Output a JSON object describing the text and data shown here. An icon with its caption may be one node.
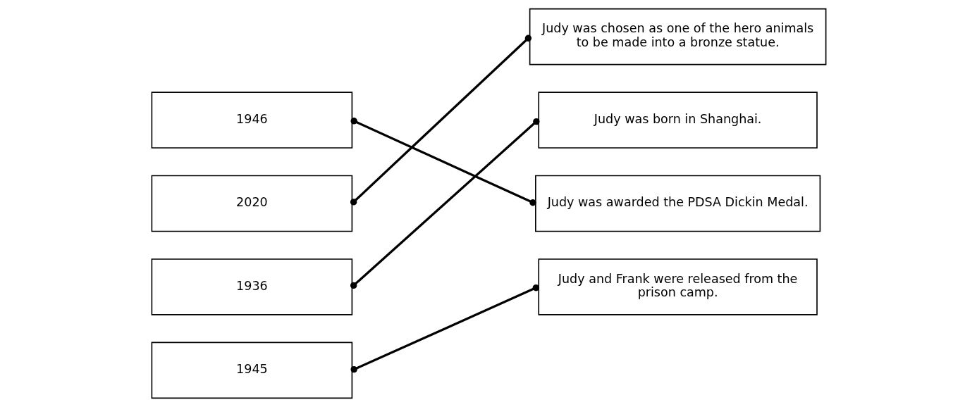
{
  "diagram": {
    "nodes": [
      {
        "text": [
          "1946"
        ]
      },
      {
        "text": [
          "Judy was chosen as one of the hero animals to be made into a bronze statue."
        ]
      },
      {
        "text": [
          "2020"
        ]
      },
      {
        "text": [
          "Judy was born in Shanghai."
        ]
      },
      {
        "text": [
          "1936"
        ]
      },
      {
        "text": [
          "Judy was awarded the PDSA Dickin Medal."
        ]
      },
      {
        "text": [
          "1945"
        ]
      },
      {
        "text": [
          "Judy and Frank were released from the prison camp."
        ]
      }
    ],
    "edges": [
      {
        "from": 0,
        "to": 5,
        "arrow": "other"
      },
      {
        "from": 2,
        "to": 1,
        "arrow": "other"
      },
      {
        "from": 4,
        "to": 3,
        "arrow": "other"
      },
      {
        "from": 6,
        "to": 7,
        "arrow": "other"
      }
    ]
  }
}
